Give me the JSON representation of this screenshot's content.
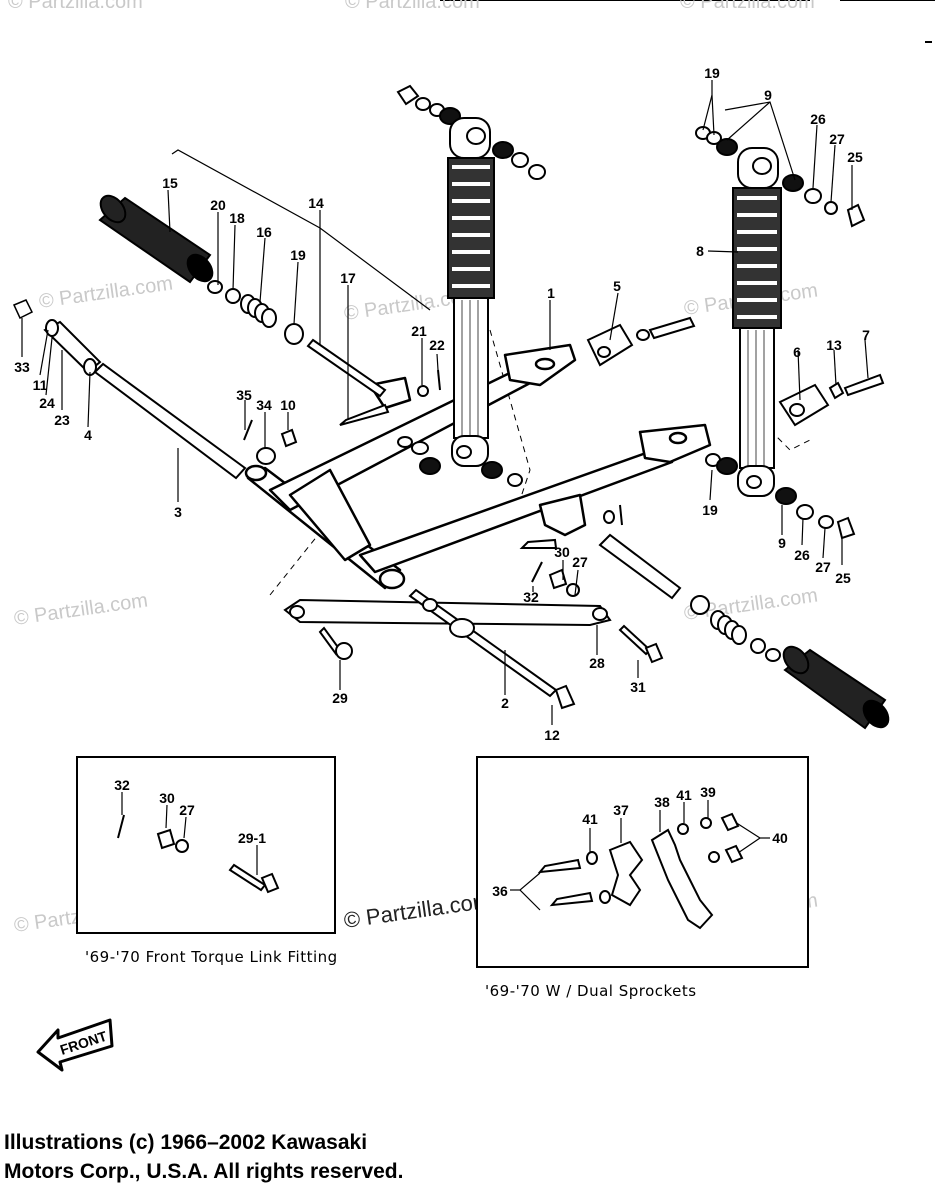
{
  "callouts": [
    {
      "label": "19"
    },
    {
      "label": "9"
    },
    {
      "label": "26"
    },
    {
      "label": "27"
    },
    {
      "label": "25"
    },
    {
      "label": "8"
    },
    {
      "label": "15"
    },
    {
      "label": "20"
    },
    {
      "label": "18"
    },
    {
      "label": "16"
    },
    {
      "label": "14"
    },
    {
      "label": "19"
    },
    {
      "label": "17"
    },
    {
      "label": "1"
    },
    {
      "label": "5"
    },
    {
      "label": "21"
    },
    {
      "label": "22"
    },
    {
      "label": "33"
    },
    {
      "label": "11"
    },
    {
      "label": "24"
    },
    {
      "label": "23"
    },
    {
      "label": "4"
    },
    {
      "label": "6"
    },
    {
      "label": "13"
    },
    {
      "label": "7"
    },
    {
      "label": "35"
    },
    {
      "label": "34"
    },
    {
      "label": "10"
    },
    {
      "label": "3"
    },
    {
      "label": "19"
    },
    {
      "label": "9"
    },
    {
      "label": "26"
    },
    {
      "label": "27"
    },
    {
      "label": "25"
    },
    {
      "label": "30"
    },
    {
      "label": "27"
    },
    {
      "label": "32"
    },
    {
      "label": "28"
    },
    {
      "label": "31"
    },
    {
      "label": "29"
    },
    {
      "label": "2"
    },
    {
      "label": "12"
    },
    {
      "label": "32"
    },
    {
      "label": "30"
    },
    {
      "label": "27"
    },
    {
      "label": "29-1"
    },
    {
      "label": "41"
    },
    {
      "label": "37"
    },
    {
      "label": "38"
    },
    {
      "label": "41"
    },
    {
      "label": "39"
    },
    {
      "label": "40"
    },
    {
      "label": "36"
    }
  ],
  "inset_left_caption": "'69-'70  Front Torque Link Fitting",
  "inset_right_caption": "'69-'70   W / Dual Sprockets",
  "front_arrow_label": "FRONT",
  "watermark_text": "© Partzilla.com",
  "copyright_line1": "Illustrations (c) 1966–2002 Kawasaki",
  "copyright_line2": "Motors Corp., U.S.A.  All rights reserved."
}
